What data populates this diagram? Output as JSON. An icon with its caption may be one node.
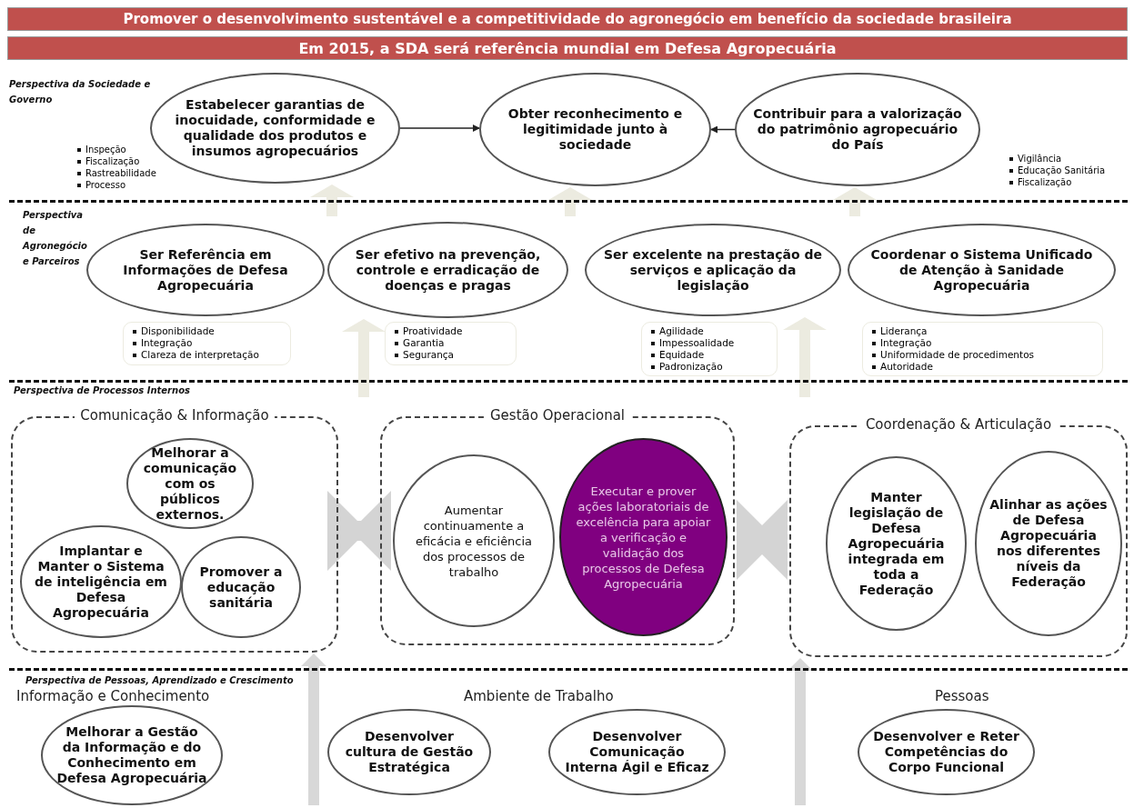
{
  "diagram": {
    "nodes": [
      {
        "text": [
          "Promover o desenvolvimento sustentável e a competitividade do agronegócio em benefício da sociedade brasileira"
        ]
      },
      {
        "text": [
          "Em 2015, a SDA será referência mundial em Defesa Agropecuária"
        ]
      },
      {
        "text": [
          "Estabelecer garantias de inocuidade, conformidade e qualidade dos produtos e insumos agropecuários"
        ]
      },
      {
        "text": [
          "Obter reconhecimento e legitimidade junto à sociedade"
        ]
      },
      {
        "text": [
          "Contribuir para a valorização do patrimônio agropecuário do País"
        ]
      },
      {
        "text": [
          "Ser Referência em Informações de Defesa Agropecuária"
        ]
      },
      {
        "text": [
          "Ser efetivo na prevenção, controle e erradicação de doenças e pragas"
        ]
      },
      {
        "text": [
          "Ser excelente na prestação de serviços e aplicação da legislação"
        ]
      },
      {
        "text": [
          "Coordenar o Sistema Unificado de Atenção à Sanidade Agropecuária"
        ]
      },
      {
        "text": [
          "Disponibilidade",
          "Integração",
          "Clareza de interpretação"
        ]
      },
      {
        "text": [
          "Proatividade",
          "Garantia",
          "Segurança"
        ]
      },
      {
        "text": [
          "Agilidade",
          "Impessoalidade",
          "Equidade",
          "Padronização"
        ]
      },
      {
        "text": [
          "Liderança",
          "Integração",
          "Uniformidade de procedimentos",
          "Autoridade"
        ]
      },
      {
        "text": [
          "Comunicação & Informação"
        ]
      },
      {
        "text": [
          "Melhorar a comunicação com os públicos externos."
        ],
        "in": 13
      },
      {
        "text": [
          "Implantar e Manter o Sistema de inteligência em Defesa Agropecuária"
        ],
        "in": 13
      },
      {
        "text": [
          "Promover a educação sanitária"
        ],
        "in": 13
      },
      {
        "text": [
          "Gestão Operacional"
        ]
      },
      {
        "text": [
          "Aumentar continuamente a eficácia e eficiência dos processos de trabalho"
        ],
        "in": 17
      },
      {
        "text": [
          "Executar e prover ações laboratoriais de excelência para apoiar a verificação e validação dos processos de Defesa Agropecuária"
        ],
        "in": 17
      },
      {
        "text": [
          "Coordenação & Articulação"
        ]
      },
      {
        "text": [
          "Manter legislação de Defesa Agropecuária integrada em toda a Federação"
        ],
        "in": 20
      },
      {
        "text": [
          "Alinhar as ações de Defesa Agropecuária nos diferentes níveis da Federação"
        ],
        "in": 20
      },
      {
        "text": [
          "Melhorar a Gestão da Informação e do Conhecimento em Defesa Agropecuária"
        ]
      },
      {
        "text": [
          "Desenvolver cultura de Gestão Estratégica"
        ]
      },
      {
        "text": [
          "Desenvolver Comunicação Interna Ágil e Eficaz"
        ]
      },
      {
        "text": [
          "Desenvolver e Reter Competências do Corpo Funcional"
        ]
      }
    ],
    "edges": [
      {
        "from": 2,
        "to": 3,
        "arrow": "to"
      },
      {
        "from": 4,
        "to": 3,
        "arrow": "to"
      },
      {
        "from": 13,
        "to": 17,
        "arrow": "both",
        "style": "thick",
        "color": "#d4d4d4"
      },
      {
        "from": 17,
        "to": 20,
        "arrow": "both",
        "style": "thick",
        "color": "#d4d4d4"
      },
      {
        "from": null,
        "to": 2,
        "arrow": "to",
        "style": "thick",
        "color": "#ecebe0"
      },
      {
        "from": null,
        "to": 3,
        "arrow": "to",
        "style": "thick",
        "color": "#ecebe0"
      },
      {
        "from": null,
        "to": 4,
        "arrow": "to",
        "style": "thick",
        "color": "#ecebe0"
      },
      {
        "from": null,
        "to": 6,
        "arrow": "to",
        "style": "thick",
        "color": "#ecebe0"
      },
      {
        "from": null,
        "to": 7,
        "arrow": "to",
        "style": "thick",
        "color": "#ecebe0"
      },
      {
        "from": null,
        "to": 13,
        "arrow": "to",
        "style": "thick",
        "color": "#d8d8d8"
      },
      {
        "from": null,
        "to": 20,
        "arrow": "to",
        "style": "thick",
        "color": "#d8d8d8"
      }
    ],
    "labels": [
      "Perspectiva da Sociedade e Governo",
      "Inspeção",
      "Fiscalização",
      "Rastreabilidade",
      "Processo",
      "Vigilância",
      "Educação Sanitária",
      "Fiscalização",
      "Perspectiva de Agronegócio e Parceiros",
      "Perspectiva de Processos Internos",
      "Perspectiva de Pessoas, Aprendizado e Crescimento",
      "Informação e Conhecimento",
      "Ambiente de Trabalho",
      "Pessoas"
    ]
  }
}
